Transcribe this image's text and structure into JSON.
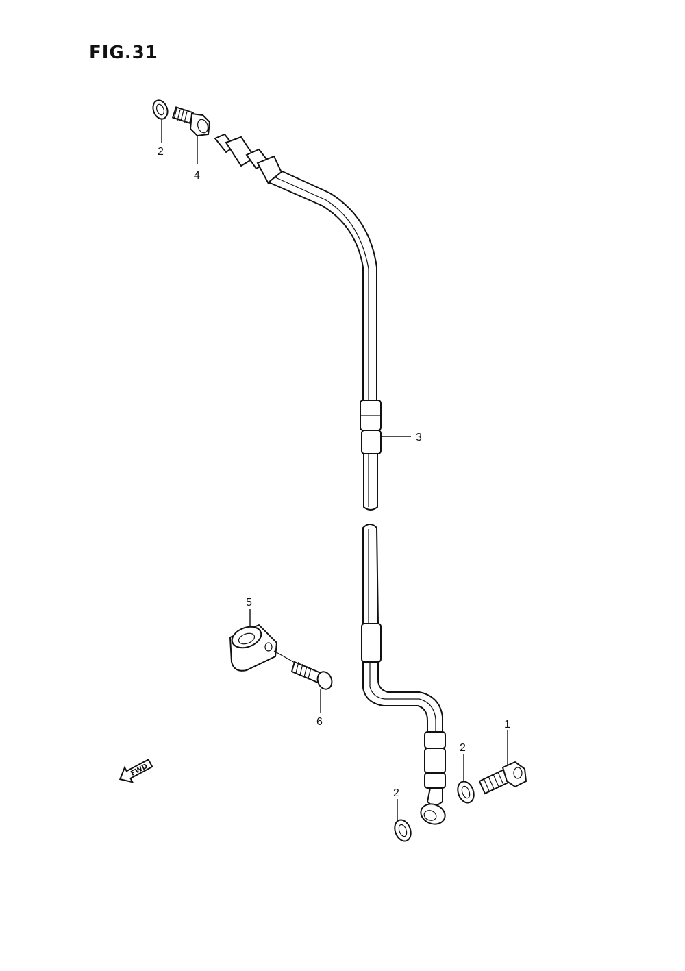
{
  "figure": {
    "title": "FIG.31"
  },
  "callouts": {
    "washer_top": "2",
    "union_bolt_top": "4",
    "brake_hose": "3",
    "clamp": "5",
    "clamp_bolt": "6",
    "union_bolt_bottom": "1",
    "washer_mid": "2",
    "washer_bottom": "2"
  },
  "direction_marker": {
    "label": "FWD",
    "icon": "fwd-arrow-icon"
  }
}
